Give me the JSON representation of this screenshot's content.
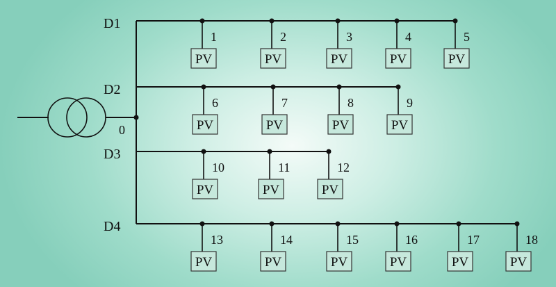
{
  "diagram": {
    "colors": {
      "line": "#111111",
      "pv_fill": "#c6e8dc",
      "pv_border": "#333333"
    },
    "transformer": {
      "name": "transformer-icon",
      "bus_label": "0"
    },
    "pv_label": "PV",
    "feeders": [
      {
        "label": "D1",
        "nodes": [
          "1",
          "2",
          "3",
          "4",
          "5"
        ]
      },
      {
        "label": "D2",
        "nodes": [
          "6",
          "7",
          "8",
          "9"
        ]
      },
      {
        "label": "D3",
        "nodes": [
          "10",
          "11",
          "12"
        ]
      },
      {
        "label": "D4",
        "nodes": [
          "13",
          "14",
          "15",
          "16",
          "17",
          "18"
        ]
      }
    ]
  }
}
